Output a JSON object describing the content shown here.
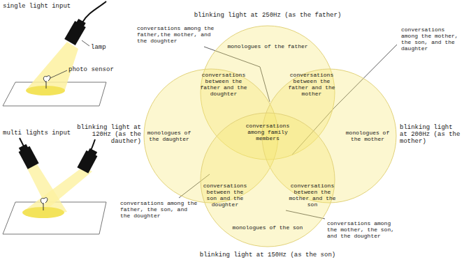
{
  "diagram": {
    "nodes": [
      {
        "text": [
          "blinking light at 250Hz (as the father)"
        ]
      },
      {
        "text": [
          "blinking light at 120Hz (as the dauther)"
        ]
      },
      {
        "text": [
          "blinking light at 200Hz (as the mother)"
        ]
      },
      {
        "text": [
          "blinking light at 150Hz (as the son)"
        ]
      }
    ],
    "labels": [
      "single light input",
      "lamp",
      "photo sensor",
      "multi lights input",
      "conversations among the father,the mother, and the doughter",
      "monologues of the father",
      "conversations between the father and the doughter",
      "conversations between the father and the mother",
      "conversations among the mother, the son, and the daughter",
      "monologues of the daughter",
      "conversations among family members",
      "monologues of the mother",
      "conversations among the father, the son, and the doughter",
      "conversations between the son and the doughter",
      "conversations between the mother and the son",
      "monologues of the son",
      "conversations among the mother, the son, and the doughter"
    ]
  }
}
